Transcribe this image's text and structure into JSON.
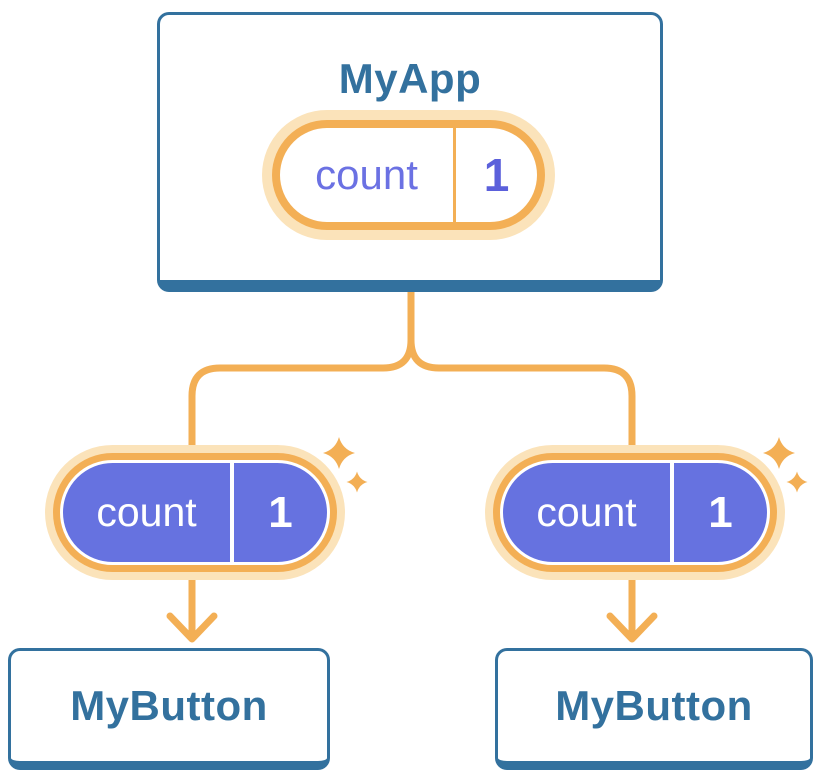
{
  "colors": {
    "card-border": "#33719E",
    "card-bg": "#FFFFFF",
    "accent-orange": "#F3AF55",
    "accent-cream": "#FBE3BA",
    "state-purple": "#6672E0",
    "state-text-purple": "#6B71E3",
    "state-value-purple": "#5B60DB",
    "title-blue": "#33719E",
    "page-bg": "#FFFFFF"
  },
  "icons": {
    "sparkle": "four-point-star",
    "arrowhead": "down-chevron-arrow"
  },
  "tree": {
    "parent": {
      "title": "MyApp",
      "state": {
        "label": "count",
        "value": "1"
      }
    },
    "children": [
      {
        "title": "MyButton",
        "prop": {
          "label": "count",
          "value": "1"
        }
      },
      {
        "title": "MyButton",
        "prop": {
          "label": "count",
          "value": "1"
        }
      }
    ]
  }
}
